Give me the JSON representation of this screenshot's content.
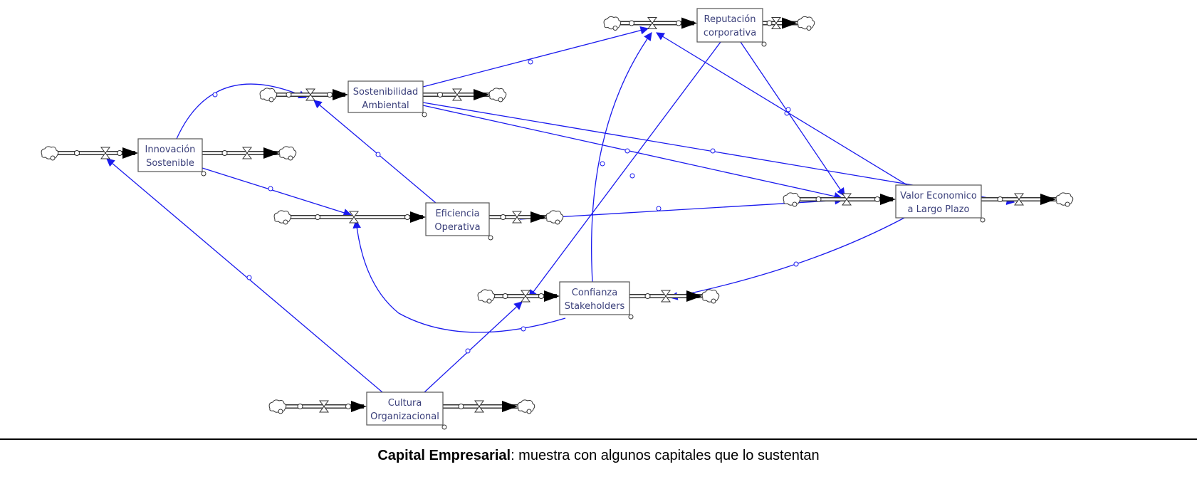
{
  "diagram": {
    "type": "stock-and-flow",
    "stocks": [
      {
        "id": "innovacion",
        "lines": [
          "Innovación",
          "Sostenible"
        ]
      },
      {
        "id": "sostenibilidad",
        "lines": [
          "Sostenibilidad",
          "Ambiental"
        ]
      },
      {
        "id": "reputacion",
        "lines": [
          "Reputación",
          "corporativa"
        ]
      },
      {
        "id": "eficiencia",
        "lines": [
          "Eficiencia",
          "Operativa"
        ]
      },
      {
        "id": "valor",
        "lines": [
          "Valor Economico",
          "a Largo Plazo"
        ]
      },
      {
        "id": "confianza",
        "lines": [
          "Confianza",
          "Stakeholders"
        ]
      },
      {
        "id": "cultura",
        "lines": [
          "Cultura",
          "Organizacional"
        ]
      }
    ],
    "links": [
      {
        "from": "innovacion",
        "to": "sostenibilidad-inflow"
      },
      {
        "from": "innovacion",
        "to": "eficiencia-inflow"
      },
      {
        "from": "eficiencia",
        "to": "sostenibilidad-inflow"
      },
      {
        "from": "sostenibilidad",
        "to": "reputacion-inflow"
      },
      {
        "from": "sostenibilidad",
        "to": "valor-inflow"
      },
      {
        "from": "sostenibilidad",
        "to": "valor-outflow"
      },
      {
        "from": "eficiencia",
        "to": "valor-inflow"
      },
      {
        "from": "reputacion",
        "to": "valor-inflow"
      },
      {
        "from": "reputacion",
        "to": "confianza-inflow"
      },
      {
        "from": "valor",
        "to": "reputacion-inflow"
      },
      {
        "from": "valor",
        "to": "confianza-outflow"
      },
      {
        "from": "confianza",
        "to": "reputacion-inflow"
      },
      {
        "from": "confianza",
        "to": "eficiencia-inflow"
      },
      {
        "from": "cultura",
        "to": "innovacion-inflow"
      },
      {
        "from": "cultura",
        "to": "confianza-inflow"
      }
    ],
    "colors": {
      "link": "#1a1aee",
      "label": "#3a3f7a",
      "stock_border": "#555555"
    }
  },
  "caption": {
    "bold": "Capital Empresarial",
    "rest": ": muestra con algunos capitales que lo sustentan"
  }
}
